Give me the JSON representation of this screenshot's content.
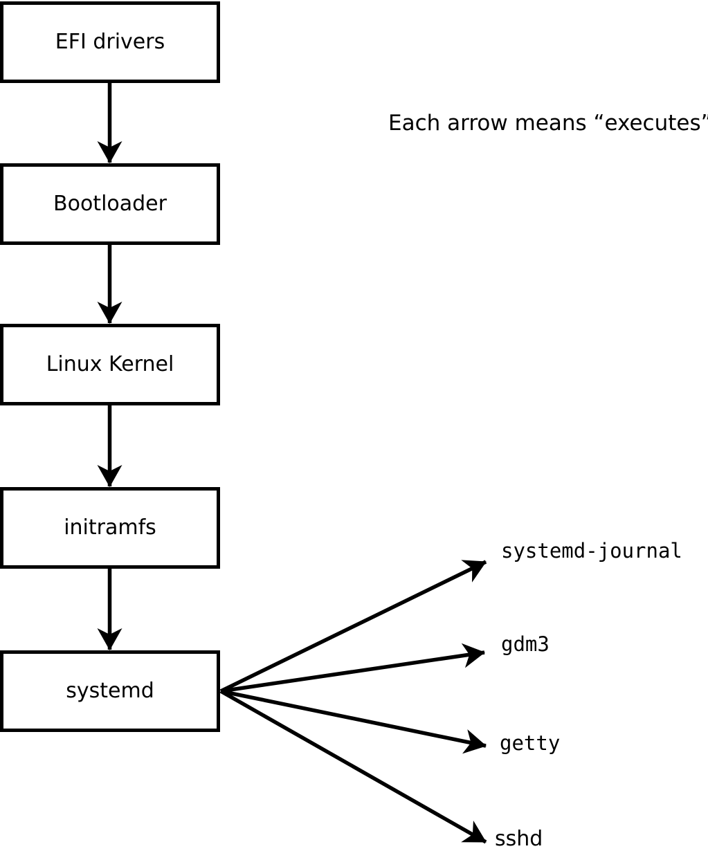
{
  "diagram": {
    "background_color": "#ffffff",
    "stroke_color": "#000000",
    "annotation": "Each arrow means “executes”.",
    "arrow_meaning": "executes",
    "boot_chain": [
      {
        "label": "EFI drivers"
      },
      {
        "label": "Bootloader"
      },
      {
        "label": "Linux Kernel"
      },
      {
        "label": "initramfs"
      },
      {
        "label": "systemd"
      }
    ],
    "spawned_processes": [
      {
        "label": "systemd-journal",
        "font": "mono"
      },
      {
        "label": "gdm3",
        "font": "mono"
      },
      {
        "label": "getty",
        "font": "mono"
      },
      {
        "label": "sshd",
        "font": "sans"
      }
    ]
  }
}
